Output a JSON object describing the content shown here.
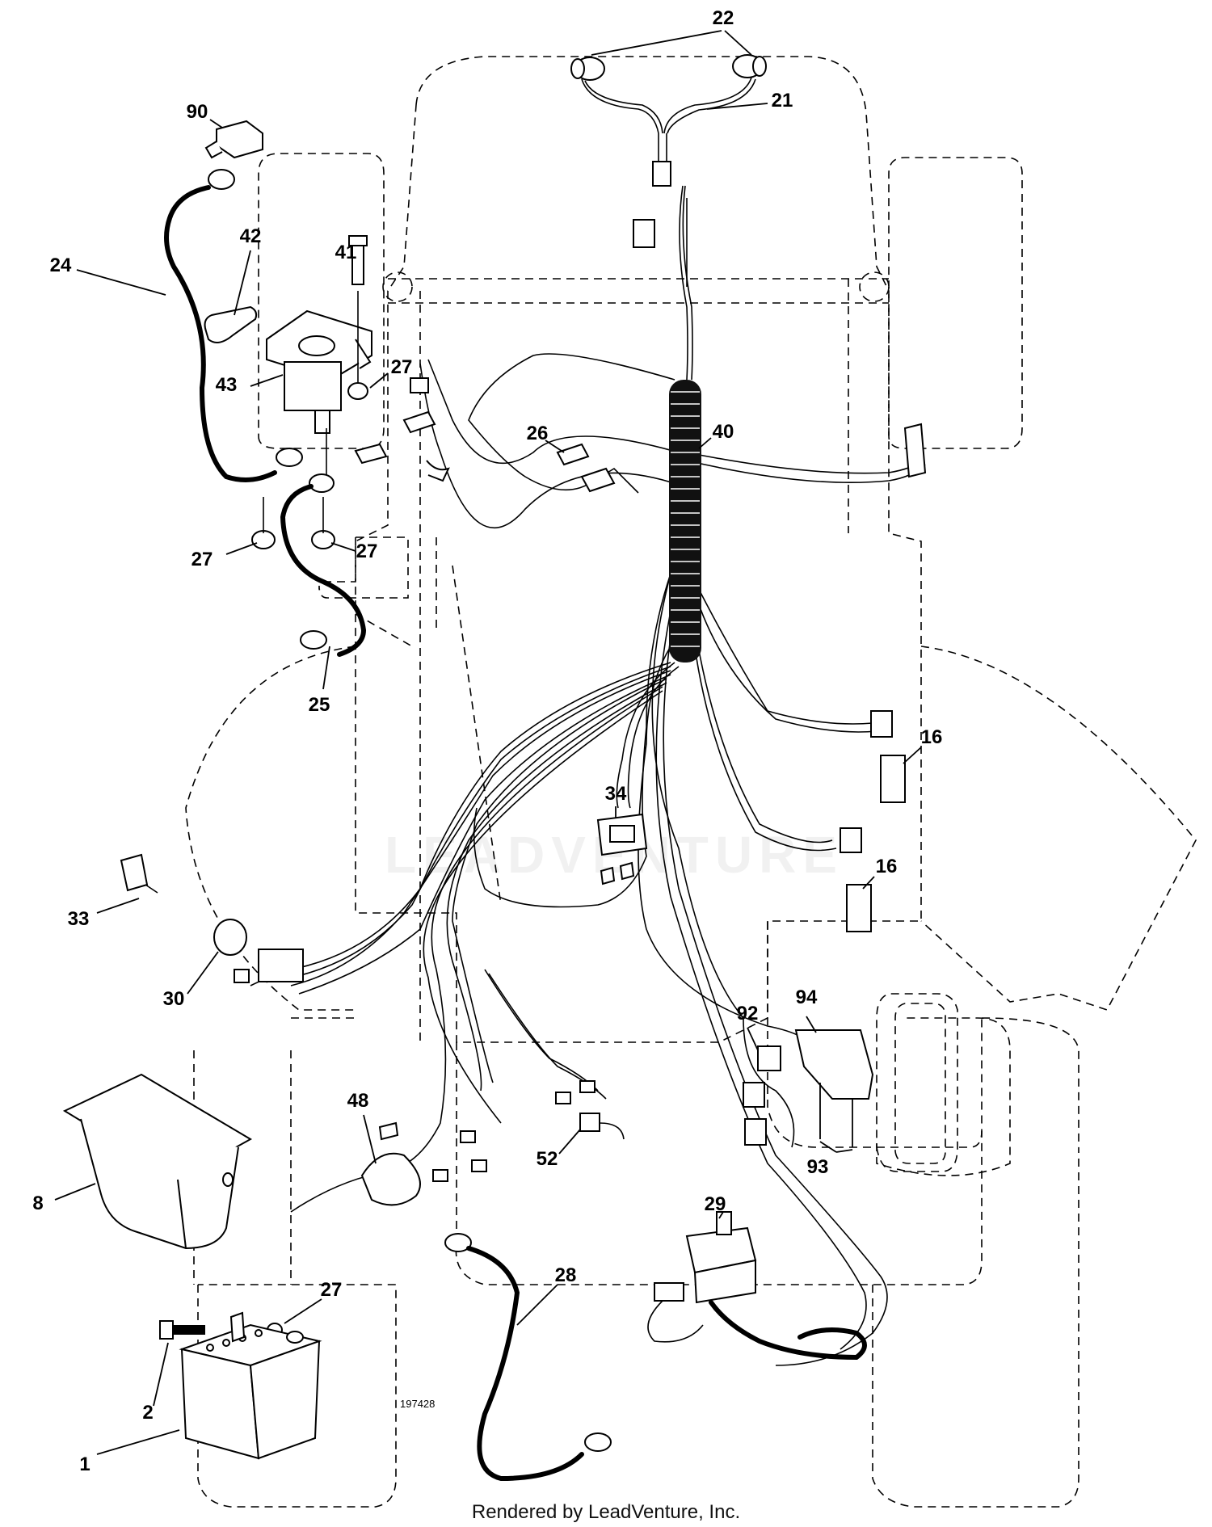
{
  "watermark": "LEADVENTURE",
  "drawing_number": "197428",
  "credit": "Rendered by LeadVenture, Inc.",
  "callouts": [
    {
      "id": "c22",
      "label": "22"
    },
    {
      "id": "c21",
      "label": "21"
    },
    {
      "id": "c90",
      "label": "90"
    },
    {
      "id": "c24",
      "label": "24"
    },
    {
      "id": "c42",
      "label": "42"
    },
    {
      "id": "c41",
      "label": "41"
    },
    {
      "id": "c43",
      "label": "43"
    },
    {
      "id": "c27a",
      "label": "27"
    },
    {
      "id": "c26",
      "label": "26"
    },
    {
      "id": "c40",
      "label": "40"
    },
    {
      "id": "c27b",
      "label": "27"
    },
    {
      "id": "c27c",
      "label": "27"
    },
    {
      "id": "c25",
      "label": "25"
    },
    {
      "id": "c16a",
      "label": "16"
    },
    {
      "id": "c34",
      "label": "34"
    },
    {
      "id": "c16b",
      "label": "16"
    },
    {
      "id": "c33",
      "label": "33"
    },
    {
      "id": "c30",
      "label": "30"
    },
    {
      "id": "c92",
      "label": "92"
    },
    {
      "id": "c94",
      "label": "94"
    },
    {
      "id": "c48",
      "label": "48"
    },
    {
      "id": "c52",
      "label": "52"
    },
    {
      "id": "c93",
      "label": "93"
    },
    {
      "id": "c8",
      "label": "8"
    },
    {
      "id": "c29",
      "label": "29"
    },
    {
      "id": "c27d",
      "label": "27"
    },
    {
      "id": "c28",
      "label": "28"
    },
    {
      "id": "c2",
      "label": "2"
    },
    {
      "id": "c1",
      "label": "1"
    }
  ]
}
